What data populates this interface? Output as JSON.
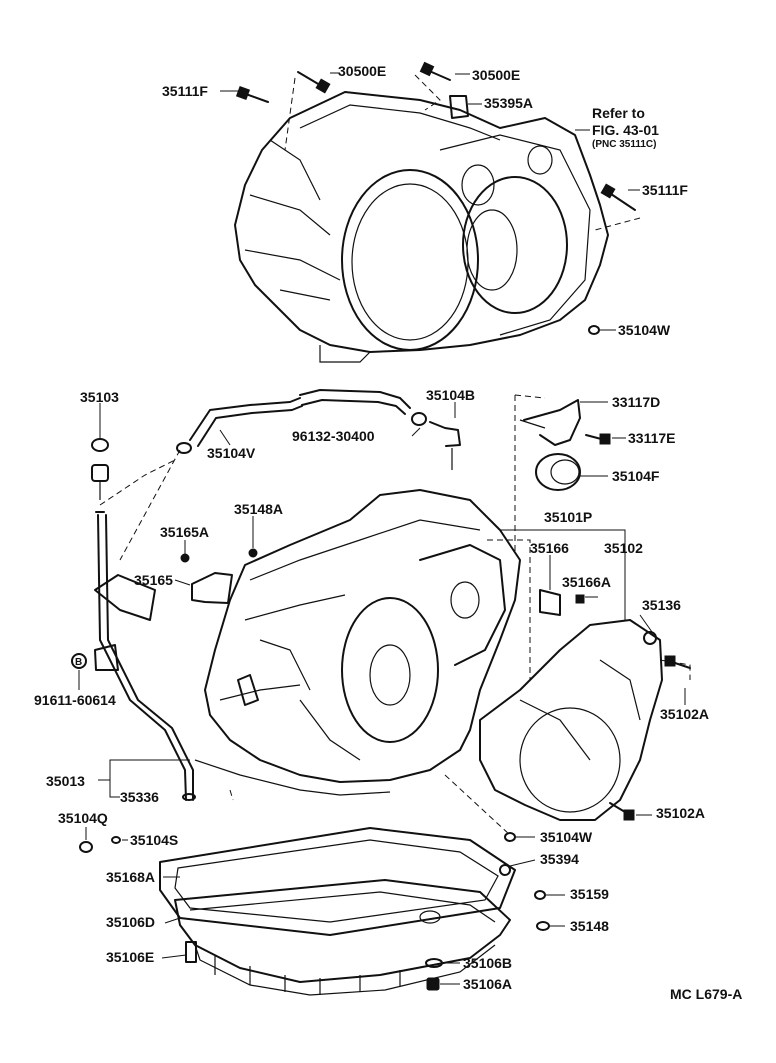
{
  "diagram_code": "MC L679-A",
  "reference": {
    "line1": "Refer to",
    "line2": "FIG. 43-01",
    "line3": "(PNC 35111C)"
  },
  "labels": {
    "p30500E_a": "30500E",
    "p30500E_b": "30500E",
    "p35111F_a": "35111F",
    "p35111F_b": "35111F",
    "p35395A": "35395A",
    "p35104W_a": "35104W",
    "p35103": "35103",
    "p35104B": "35104B",
    "p33117D": "33117D",
    "p33117E": "33117E",
    "p96132": "96132-30400",
    "p35104V": "35104V",
    "p35104F": "35104F",
    "p35148A": "35148A",
    "p35165A": "35165A",
    "p35101P": "35101P",
    "p35166": "35166",
    "p35102": "35102",
    "p35166A": "35166A",
    "p35165": "35165",
    "p35136": "35136",
    "p91611": "91611-60614",
    "p35102A_a": "35102A",
    "p35013": "35013",
    "p35336": "35336",
    "p35104Q": "35104Q",
    "p35104S": "35104S",
    "p35102A_b": "35102A",
    "p35104W_b": "35104W",
    "p35394": "35394",
    "p35168A": "35168A",
    "p35159": "35159",
    "p35106D": "35106D",
    "p35148": "35148",
    "p35106E": "35106E",
    "p35106B": "35106B",
    "p35106A": "35106A"
  },
  "markers": {
    "b": "B"
  }
}
